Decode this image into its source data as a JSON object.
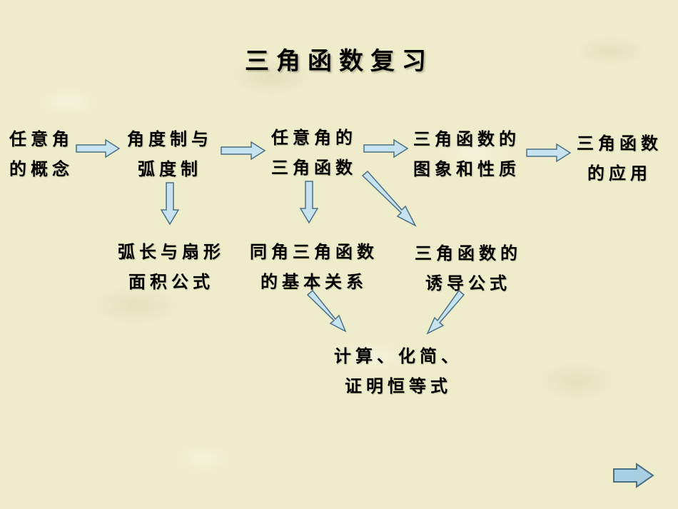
{
  "title": "三角函数复习",
  "nodes": {
    "concept": {
      "line1": "任意角",
      "line2": "的概念"
    },
    "radian": {
      "line1": "角度制与",
      "line2": "弧度制"
    },
    "trig_def": {
      "line1": "任意角的",
      "line2": "三角函数"
    },
    "graph": {
      "line1": "三角函数的",
      "line2": "图象和性质"
    },
    "application": {
      "line1": "三角函数",
      "line2": "的应用"
    },
    "arc": {
      "line1": "弧长与扇形",
      "line2": "面积公式"
    },
    "identities": {
      "line1": "同角三角函数",
      "line2": "的基本关系"
    },
    "induction": {
      "line1": "三角函数的",
      "line2": "诱导公式"
    },
    "compute": {
      "line1": "计算、化简、",
      "line2": "证明恒等式"
    }
  },
  "colors": {
    "arrow_fill": "#c6e3ef",
    "arrow_stroke": "#4a6f86",
    "nav_fill": "#a9cfe2"
  },
  "nav": {
    "next_icon": "right-arrow-icon"
  }
}
